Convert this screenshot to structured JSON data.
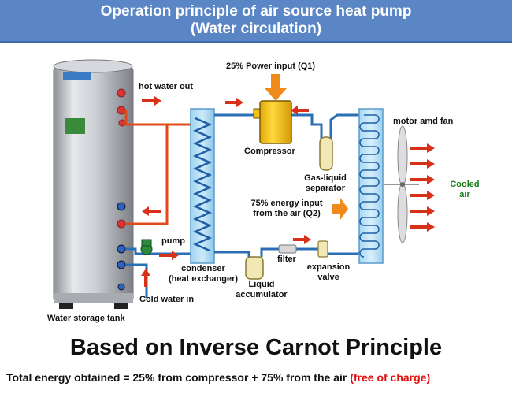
{
  "header": {
    "title_line1": "Operation principle of air source heat pump",
    "title_line2": "(Water circulation)"
  },
  "labels": {
    "power_input": "25% Power input (Q1)",
    "hot_water_out": "hot water out",
    "compressor": "Compressor",
    "motor_fan": "motor amd fan",
    "gas_liquid_1": "Gas-liquid",
    "gas_liquid_2": "separator",
    "cooled_1": "Cooled",
    "cooled_2": "air",
    "energy_input_1": "75% energy input",
    "energy_input_2": "from the air (Q2)",
    "pump": "pump",
    "filter": "filter",
    "condenser_1": "condenser",
    "condenser_2": "(heat exchanger)",
    "expansion_1": "expansion",
    "expansion_2": "valve",
    "liquid_acc_1": "Liquid",
    "liquid_acc_2": "accumulator",
    "cold_water_in": "Cold water in",
    "storage_tank": "Water storage tank"
  },
  "main_title": "Based on Inverse Carnot Principle",
  "footer": {
    "text": "Total energy obtained = 25% from compressor + 75% from the air ",
    "highlight": "(free of charge)"
  },
  "colors": {
    "header_bg": "#5b86c5",
    "pipe_blue": "#2a6fb5",
    "hot_pipe": "#e04a1a",
    "arrow_red": "#d9301a",
    "arrow_orange": "#f08a1a",
    "compressor": "#f3c012",
    "cooled_text": "#1a7a1a"
  }
}
